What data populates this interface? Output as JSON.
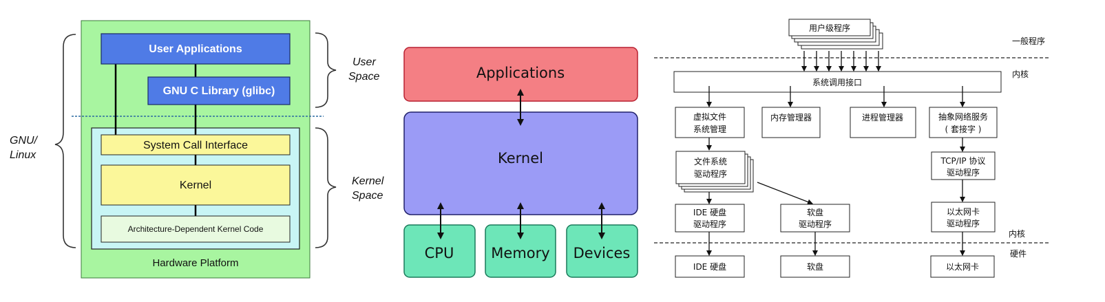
{
  "left": {
    "user_applications": "User Applications",
    "glibc": "GNU C Library (glibc)",
    "syscall_interface": "System Call Interface",
    "kernel": "Kernel",
    "arch_code": "Architecture-Dependent Kernel Code",
    "hardware_platform": "Hardware Platform",
    "gnu_linux": [
      "GNU/",
      "Linux"
    ],
    "user_space": [
      "User",
      "Space"
    ],
    "kernel_space": [
      "Kernel",
      "Space"
    ],
    "colors": {
      "outer_green": "#a8f5a0",
      "app_blue": "#4f7be6",
      "kernel_cyan": "#c8f5f5",
      "yellow": "#fbf79a"
    }
  },
  "middle": {
    "applications": "Applications",
    "kernel": "Kernel",
    "cpu": "CPU",
    "memory": "Memory",
    "devices": "Devices",
    "colors": {
      "apps": "#f47f84",
      "kernel": "#9b9bf6",
      "hw": "#6de6b8"
    }
  },
  "right": {
    "user_programs": "用户级程序",
    "general_programs": "一般程序",
    "kernel_label_top": "内核",
    "syscall_interface": "系统调用接口",
    "vfs": [
      "虚拟文件",
      "系统管理"
    ],
    "memory_manager": "内存管理器",
    "process_manager": "进程管理器",
    "network_service": [
      "抽象网络服务",
      "( 套接字 )"
    ],
    "fs_driver": [
      "文件系统",
      "驱动程序"
    ],
    "tcpip": [
      "TCP/IP  协议",
      "驱动程序"
    ],
    "ide_driver": [
      "IDE  硬盘",
      "驱动程序"
    ],
    "floppy_driver": [
      "软盘",
      "驱动程序"
    ],
    "eth_driver": [
      "以太网卡",
      "驱动程序"
    ],
    "kernel_label_bottom": "内核",
    "hardware_label": "硬件",
    "ide_disk": "IDE  硬盘",
    "floppy": "软盘",
    "eth_card": "以太网卡"
  }
}
